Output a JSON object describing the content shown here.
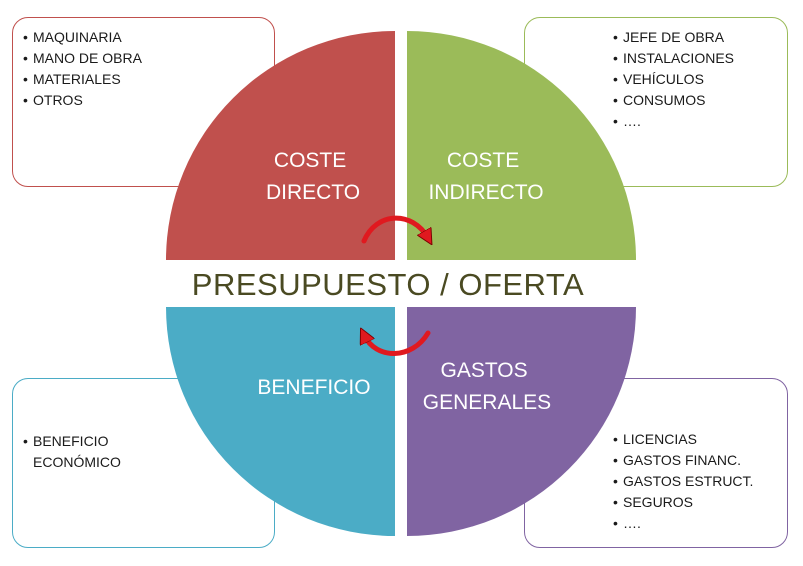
{
  "center_title": "PRESUPUESTO / OFERTA",
  "quadrants": {
    "top_left": {
      "lines": [
        "COSTE",
        "DIRECTO"
      ],
      "color": "#c0504d",
      "items": [
        "MAQUINARIA",
        "MANO DE OBRA",
        "MATERIALES",
        "OTROS"
      ]
    },
    "top_right": {
      "lines": [
        "COSTE",
        "INDIRECTO"
      ],
      "color": "#9bbb59",
      "items": [
        "JEFE DE OBRA",
        "INSTALACIONES",
        "VEHÍCULOS",
        "CONSUMOS",
        "…."
      ]
    },
    "bottom_left": {
      "lines": [
        "BENEFICIO"
      ],
      "color": "#4bacc6",
      "items": [
        "BENEFICIO ECONÓMICO"
      ]
    },
    "bottom_right": {
      "lines": [
        "GASTOS",
        "GENERALES"
      ],
      "color": "#8064a2",
      "items": [
        "LICENCIAS",
        "GASTOS FINANC.",
        "GASTOS ESTRUCT.",
        "SEGUROS",
        "…."
      ]
    }
  },
  "arrow_color": "#e0191f"
}
